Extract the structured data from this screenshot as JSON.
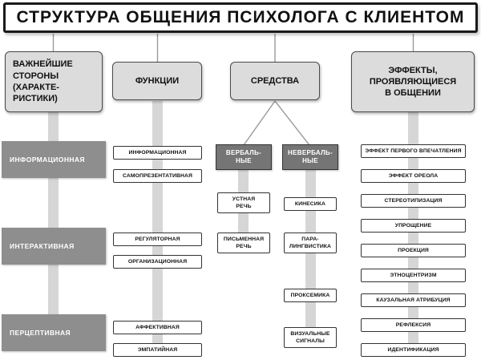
{
  "title": "СТРУКТУРА ОБЩЕНИЯ ПСИХОЛОГА С КЛИЕНТОМ",
  "headers": {
    "sides": "ВАЖНЕЙШИЕ\nСТОРОНЫ\n(ХАРАКТЕ-\nРИСТИКИ)",
    "functions": "ФУНКЦИИ",
    "means": "СРЕДСТВА",
    "effects": "ЭФФЕКТЫ,\nПРОЯВЛЯЮЩИЕСЯ\nВ ОБЩЕНИИ"
  },
  "sides": [
    "ИНФОРМАЦИОННАЯ",
    "ИНТЕРАКТИВНАЯ",
    "ПЕРЦЕПТИВНАЯ"
  ],
  "functions": [
    "ИНФОРМАЦИОННАЯ",
    "САМОПРЕЗЕНТАТИВНАЯ",
    "РЕГУЛЯТОРНАЯ",
    "ОРГАНИЗАЦИОННАЯ",
    "АФФЕКТИВНАЯ",
    "ЭМПАТИЙНАЯ"
  ],
  "means": {
    "verbal": {
      "label": "ВЕРБАЛЬ-\nНЫЕ",
      "items": [
        "УСТНАЯ\nРЕЧЬ",
        "ПИСЬМЕННАЯ\nРЕЧЬ"
      ]
    },
    "nonverbal": {
      "label": "НЕВЕРБАЛЬ-\nНЫЕ",
      "items": [
        "КИНЕСИКА",
        "ПАРА-\nЛИНГВИСТИКА",
        "ПРОКСЕМИКА",
        "ВИЗУАЛЬНЫЕ\nСИГНАЛЫ"
      ]
    }
  },
  "effects": [
    "ЭФФЕКТ ПЕРВОГО ВПЕЧАТЛЕНИЯ",
    "ЭФФЕКТ ОРЕОЛА",
    "СТЕРЕОТИПИЗАЦИЯ",
    "УПРОЩЕНИЕ",
    "ПРОЕКЦИЯ",
    "ЭТНОЦЕНТРИЗМ",
    "КАУЗАЛЬНАЯ АТРИБУЦИЯ",
    "РЕФЛЕКСИЯ",
    "ИДЕНТИФИКАЦИЯ"
  ],
  "colors": {
    "side-bar": "#8e8e8e",
    "dark-box": "#757575",
    "header-bg": "#dcdcdc",
    "connector-bar": "#d6d6d6",
    "line": "#9a9a9a",
    "border": "#1a1a1a"
  }
}
